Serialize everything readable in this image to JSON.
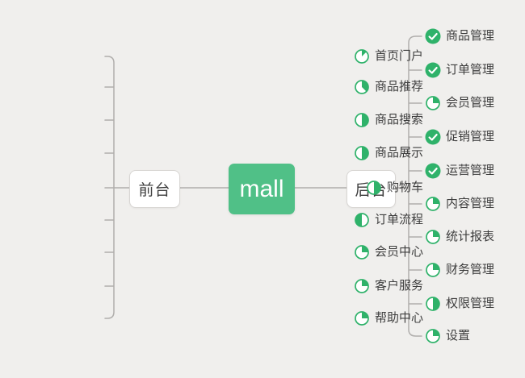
{
  "map": {
    "root": {
      "label": "mall"
    },
    "branches": [
      {
        "label": "前台",
        "side": "left",
        "children": [
          {
            "label": "首页门户",
            "icon": "progress-1-8-icon"
          },
          {
            "label": "商品推荐",
            "icon": "progress-3-8-icon"
          },
          {
            "label": "商品搜索",
            "icon": "progress-4-8-icon"
          },
          {
            "label": "商品展示",
            "icon": "progress-4-8-icon"
          },
          {
            "label": "购物车",
            "icon": "progress-4-8-icon"
          },
          {
            "label": "订单流程",
            "icon": "progress-left-half-icon"
          },
          {
            "label": "会员中心",
            "icon": "progress-2-8-icon"
          },
          {
            "label": "客户服务",
            "icon": "progress-2-8-icon"
          },
          {
            "label": "帮助中心",
            "icon": "progress-2-8-icon"
          }
        ]
      },
      {
        "label": "后台",
        "side": "right",
        "children": [
          {
            "label": "商品管理",
            "icon": "check-icon"
          },
          {
            "label": "订单管理",
            "icon": "check-icon"
          },
          {
            "label": "会员管理",
            "icon": "progress-2-8-icon"
          },
          {
            "label": "促销管理",
            "icon": "check-icon"
          },
          {
            "label": "运营管理",
            "icon": "check-icon"
          },
          {
            "label": "内容管理",
            "icon": "progress-2-8-icon"
          },
          {
            "label": "统计报表",
            "icon": "progress-2-8-icon"
          },
          {
            "label": "财务管理",
            "icon": "progress-2-8-icon"
          },
          {
            "label": "权限管理",
            "icon": "progress-4-8-icon"
          },
          {
            "label": "设置",
            "icon": "progress-2-8-icon"
          }
        ]
      }
    ]
  },
  "colors": {
    "background": "#f0efed",
    "accent_green": "#50c087",
    "icon_green": "#2fb26a",
    "line": "#b0aeac",
    "node_border": "#d8d6d3",
    "text": "#3e3e3e",
    "root_text": "#ffffff"
  }
}
